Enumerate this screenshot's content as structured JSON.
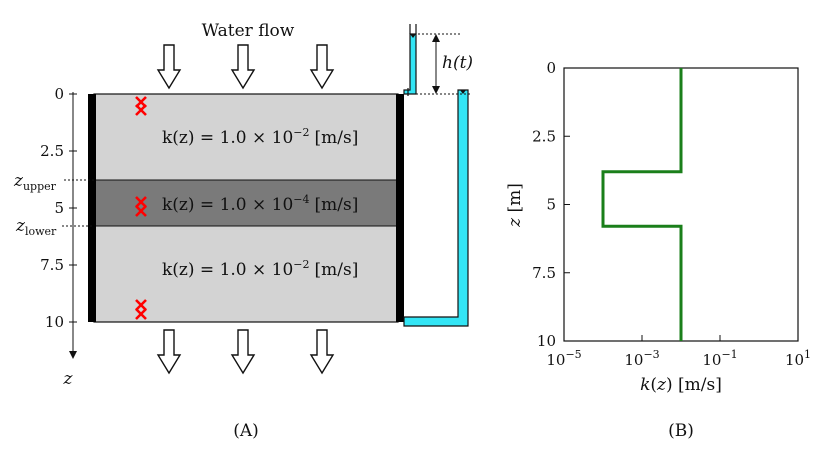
{
  "diagram": {
    "water_flow_label": "Water flow",
    "head_label": "h(t)",
    "z_axis_label": "z",
    "z_ticks": [
      "0",
      "2.5",
      "5",
      "7.5",
      "10"
    ],
    "z_upper_main": "z",
    "z_upper_sub": "upper",
    "z_lower_main": "z",
    "z_lower_sub": "lower",
    "layers": [
      {
        "label": "k(z) = 1.0 × 10",
        "exponent": "−2",
        "unit": "[m/s]",
        "color": "#d3d3d3"
      },
      {
        "label": "k(z) = 1.0 × 10",
        "exponent": "−4",
        "unit": "[m/s]",
        "color": "#7a7a7a"
      },
      {
        "label": "k(z) = 1.0 × 10",
        "exponent": "−2",
        "unit": "[m/s]",
        "color": "#d3d3d3"
      }
    ],
    "water_color": "#33e5f5",
    "marker_color": "#ff0000",
    "caption": "(A)"
  },
  "chart_data": {
    "type": "line",
    "xscale": "log",
    "xlim": [
      1e-05,
      10
    ],
    "ylim": [
      10,
      0
    ],
    "xlabel": "k(z) [m/s]",
    "ylabel": "z [m]",
    "xtick_labels": [
      {
        "base": "10",
        "exp": "−5",
        "value": 1e-05
      },
      {
        "base": "10",
        "exp": "−3",
        "value": 0.001
      },
      {
        "base": "10",
        "exp": "−1",
        "value": 0.1
      },
      {
        "base": "10",
        "exp": "1",
        "value": 10
      }
    ],
    "yticks": [
      0,
      2.5,
      5,
      7.5,
      10
    ],
    "ytick_labels": [
      "0",
      "2.5",
      "5",
      "7.5",
      "10"
    ],
    "series": [
      {
        "color": "#1a7f1a",
        "points": [
          {
            "k": 0.01,
            "z": 0
          },
          {
            "k": 0.01,
            "z": 3.8
          },
          {
            "k": 0.0001,
            "z": 3.8
          },
          {
            "k": 0.0001,
            "z": 5.8
          },
          {
            "k": 0.01,
            "z": 5.8
          },
          {
            "k": 0.01,
            "z": 10
          }
        ]
      }
    ],
    "caption": "(B)"
  }
}
